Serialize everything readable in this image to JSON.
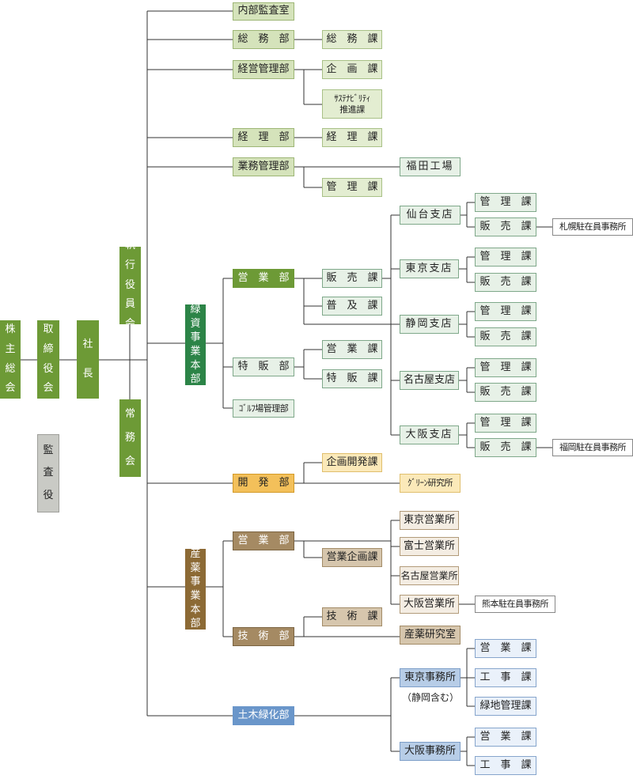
{
  "org": {
    "shareholders": "株主総会",
    "board": "取締役会",
    "president": "社長",
    "executive_committee": "執行役員会",
    "managing_committee": "常務会",
    "auditor": "監査役",
    "internal_audit": "内部監査室",
    "general_affairs": {
      "dept": "総　務　部",
      "section": "総　務　課"
    },
    "management_planning": {
      "dept": "経営管理部",
      "sections": [
        "企　画　課",
        "ｻｽﾃﾅﾋﾞﾘﾃｨ\n推進課"
      ]
    },
    "accounting": {
      "dept": "経　理　部",
      "section": "経　理　課"
    },
    "business_admin": {
      "dept": "業務管理部",
      "factory": "福田工場",
      "section": "管　理　課"
    },
    "greenery_division": {
      "name": "緑資事業本部",
      "sales_dept": {
        "name": "営　業　部",
        "sections": [
          "販　売　課",
          "普　及　課"
        ]
      },
      "branches": [
        {
          "name": "仙台支店",
          "sections": [
            "管　理　課",
            "販　売　課"
          ],
          "office": "札幌駐在員事務所"
        },
        {
          "name": "東京支店",
          "sections": [
            "管　理　課",
            "販　売　課"
          ]
        },
        {
          "name": "静岡支店",
          "sections": [
            "管　理　課",
            "販　売　課"
          ]
        },
        {
          "name": "名古屋支店",
          "sections": [
            "管　理　課",
            "販　売　課"
          ]
        },
        {
          "name": "大阪支店",
          "sections": [
            "管　理　課",
            "販　売　課"
          ],
          "office": "福岡駐在員事務所"
        }
      ],
      "special_sales_dept": {
        "name": "特　販　部",
        "sections": [
          "営　業　課",
          "特　販　課"
        ]
      },
      "golf": "ｺﾞﾙﾌ場管理部"
    },
    "development": {
      "dept": "開　発　部",
      "planning": "企画開発課",
      "lab": "ｸﾞﾘｰﾝ研究所"
    },
    "industrial_division": {
      "name": "産薬事業本部",
      "sales_dept": "営　業　部",
      "planning_section": "営業企画課",
      "offices": [
        "東京営業所",
        "富士営業所",
        "名古屋営業所",
        "大阪営業所"
      ],
      "kumamoto": "熊本駐在員事務所",
      "tech_dept": "技　術　部",
      "tech_section": "技　術　課",
      "lab": "産薬研究室"
    },
    "civil": {
      "dept": "土木緑化部",
      "tokyo_office": "東京事務所",
      "tokyo_note": "（静岡含む）",
      "tokyo_sections": [
        "営　業　課",
        "工　事　課",
        "緑地管理課"
      ],
      "osaka_office": "大阪事務所",
      "osaka_sections": [
        "営　業　課",
        "工　事　課"
      ]
    }
  }
}
